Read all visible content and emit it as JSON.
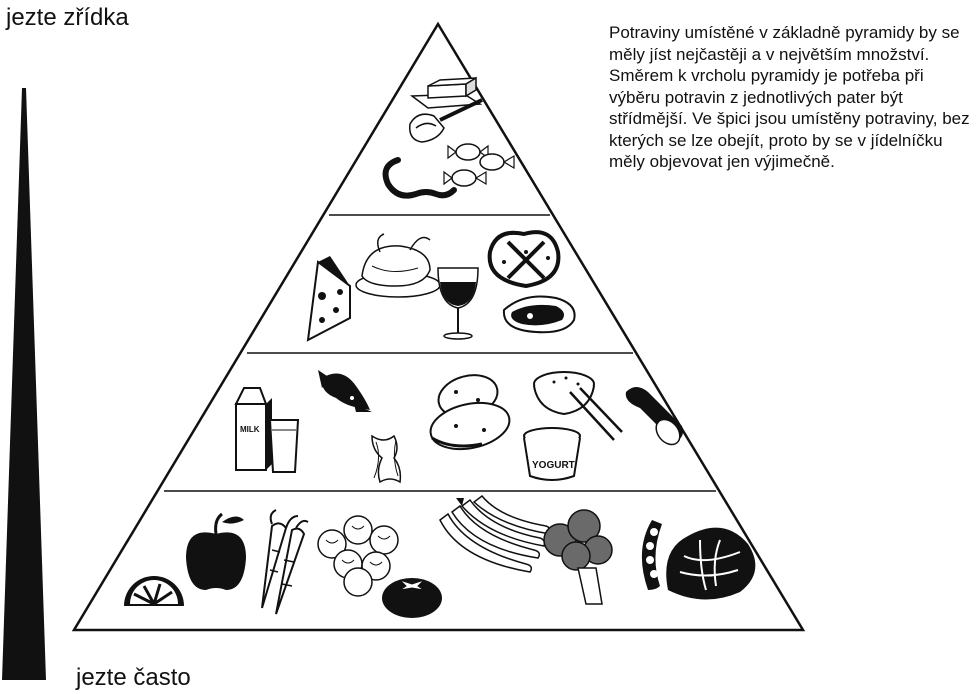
{
  "labels": {
    "top": "jezte zřídka",
    "bottom": "jezte často"
  },
  "description": "Potraviny umístěné v základně pyramidy by se měly jíst nejčastěji a v největším množství. Směrem k vrcholu pyramidy je potřeba při výběru potravin z jednotlivých pater být střídmější. Ve špici jsou umístěny potraviny, bez kterých se lze obejít, proto by se v jídelníčku měly objevovat jen výjimečně.",
  "pyramid": {
    "tiers": [
      {
        "id": "tier-top",
        "items": [
          "butter-icon",
          "bread-with-spread-icon",
          "sausage-icon",
          "candies-icon"
        ]
      },
      {
        "id": "tier-second",
        "items": [
          "cheese-icon",
          "roast-chicken-icon",
          "wine-glass-icon",
          "pretzel-icon",
          "steak-icon"
        ]
      },
      {
        "id": "tier-third",
        "items": [
          "milk-carton-icon",
          "milk-glass-icon",
          "fish-icon",
          "pasta-bow-icon",
          "potatoes-icon",
          "rice-bowl-icon",
          "yogurt-icon",
          "bread-loaf-icon"
        ]
      },
      {
        "id": "tier-base",
        "items": [
          "orange-slice-icon",
          "apple-icon",
          "carrots-icon",
          "lettuce-icon",
          "tomato-icon",
          "bananas-icon",
          "broccoli-icon",
          "peas-icon",
          "cabbage-icon"
        ]
      }
    ],
    "icon_texts": {
      "milk": "MILK",
      "yogurt": "YOGURT"
    }
  },
  "colors": {
    "ink": "#111111",
    "gray": "#6a6a6a",
    "background": "#ffffff"
  }
}
